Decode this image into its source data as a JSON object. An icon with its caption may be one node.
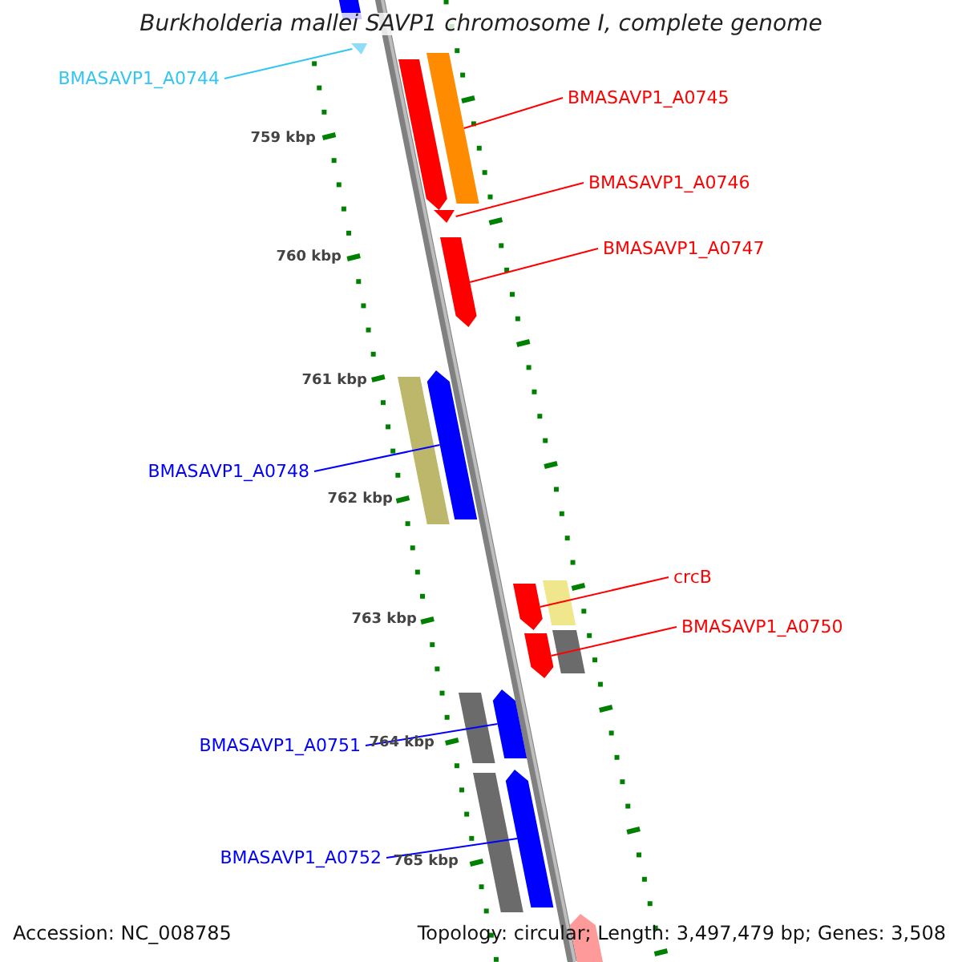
{
  "diagram": {
    "title": "Burkholderia mallei SAVP1 chromosome I, complete genome",
    "nodes": [
      {
        "text": [
          "BMASAVP1_A0744"
        ]
      },
      {
        "text": [],
        "shape": "bar"
      },
      {
        "text": [
          "BMASAVP1_A0745"
        ]
      },
      {
        "text": [],
        "shape": "bar"
      },
      {
        "text": [
          "BMASAVP1_A0746"
        ]
      },
      {
        "text": [],
        "shape": "bar"
      },
      {
        "text": [
          "BMASAVP1_A0747"
        ]
      },
      {
        "text": [],
        "shape": "bar"
      },
      {
        "text": [
          "BMASAVP1_A0748"
        ]
      },
      {
        "text": [],
        "shape": "bar"
      },
      {
        "text": [
          "crcB"
        ]
      },
      {
        "text": [],
        "shape": "bar"
      },
      {
        "text": [
          "BMASAVP1_A0750"
        ]
      },
      {
        "text": [],
        "shape": "bar"
      },
      {
        "text": [
          "BMASAVP1_A0751"
        ]
      },
      {
        "text": [],
        "shape": "bar"
      },
      {
        "text": [
          "BMASAVP1_A0752"
        ]
      },
      {
        "text": [],
        "shape": "bar"
      },
      {
        "text": [],
        "shape": "bar"
      },
      {
        "text": [],
        "shape": "bar"
      },
      {
        "text": [],
        "shape": "bar"
      },
      {
        "text": [],
        "shape": "bar"
      },
      {
        "text": [],
        "shape": "bar"
      },
      {
        "text": [],
        "shape": "bar"
      },
      {
        "text": [],
        "shape": "bar"
      },
      {
        "text": [],
        "shape": "bar"
      }
    ],
    "edges": [
      {
        "from": 0,
        "to": 1,
        "arrow": "none",
        "color": "#33c6f2"
      },
      {
        "from": 2,
        "to": 3,
        "arrow": "none"
      },
      {
        "from": 4,
        "to": 5,
        "arrow": "none"
      },
      {
        "from": 6,
        "to": 7,
        "arrow": "none"
      },
      {
        "from": 8,
        "to": 9,
        "arrow": "none",
        "color": "#0000ff"
      },
      {
        "from": 10,
        "to": 11,
        "arrow": "none"
      },
      {
        "from": 12,
        "to": 13,
        "arrow": "none"
      },
      {
        "from": 14,
        "to": 15,
        "arrow": "none",
        "color": "#0000ff"
      },
      {
        "from": 16,
        "to": 17,
        "arrow": "none",
        "color": "#0000ff"
      }
    ],
    "labels": [
      "759 kbp",
      "760 kbp",
      "761 kbp",
      "762 kbp",
      "763 kbp",
      "764 kbp",
      "765 kbp",
      "Accession: NC_008785",
      "Topology: circular; Length: 3,497,479 bp; Genes: 3,508"
    ]
  }
}
